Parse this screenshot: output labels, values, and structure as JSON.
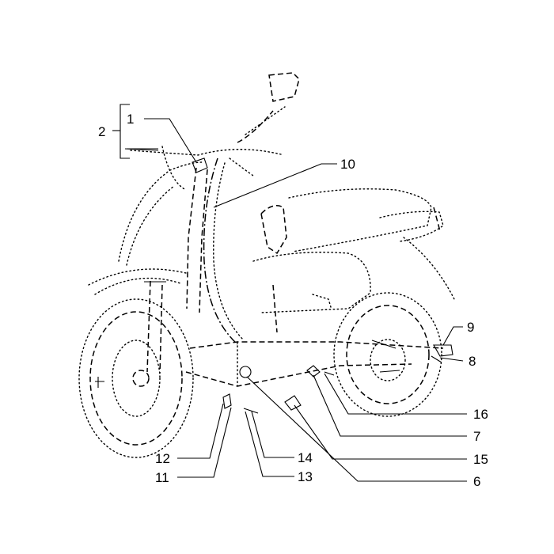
{
  "diagram": {
    "kind": "exploded parts illustration",
    "subject_icon": "scooter-outline-icon",
    "callouts": [
      {
        "id": "c1",
        "label": "1"
      },
      {
        "id": "c2",
        "label": "2"
      },
      {
        "id": "c6",
        "label": "6"
      },
      {
        "id": "c7",
        "label": "7"
      },
      {
        "id": "c8",
        "label": "8"
      },
      {
        "id": "c9",
        "label": "9"
      },
      {
        "id": "c10",
        "label": "10"
      },
      {
        "id": "c11",
        "label": "11"
      },
      {
        "id": "c12",
        "label": "12"
      },
      {
        "id": "c13",
        "label": "13"
      },
      {
        "id": "c14",
        "label": "14"
      },
      {
        "id": "c15",
        "label": "15"
      },
      {
        "id": "c16",
        "label": "16"
      }
    ],
    "colors": {
      "ink": "#000000",
      "paper": "#ffffff"
    }
  }
}
